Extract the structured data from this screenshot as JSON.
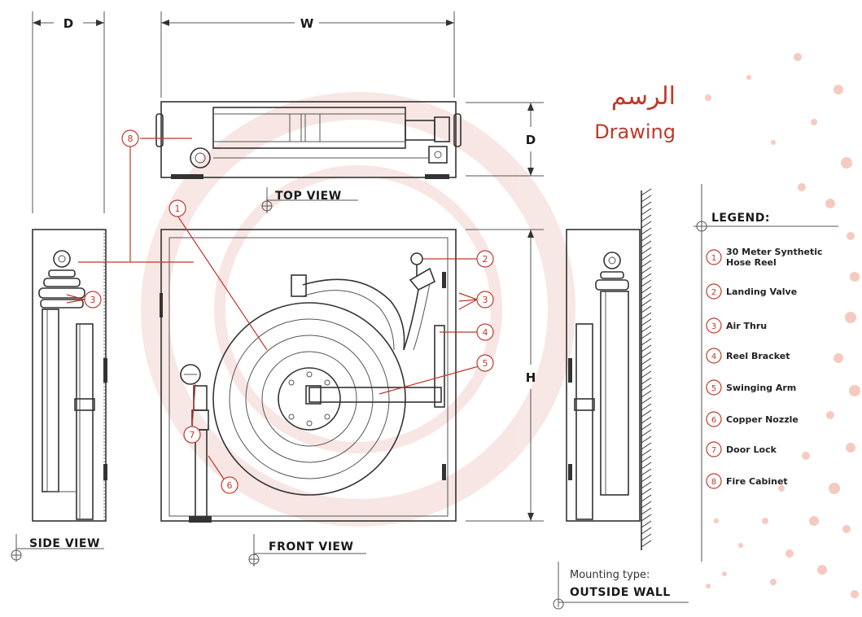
{
  "title_arabic": "الرسم",
  "title_english": "Drawing",
  "dimensions": {
    "depth_top": "D",
    "width": "W",
    "depth_right": "D",
    "height": "H"
  },
  "views": {
    "top": "TOP VIEW",
    "side": "SIDE VIEW",
    "front": "FRONT VIEW"
  },
  "legend": {
    "heading": "LEGEND:",
    "items": [
      {
        "num": "1",
        "line1": "30 Meter Synthetic",
        "line2": "Hose Reel"
      },
      {
        "num": "2",
        "line1": "Landing Valve",
        "line2": ""
      },
      {
        "num": "3",
        "line1": "Air Thru",
        "line2": ""
      },
      {
        "num": "4",
        "line1": "Reel Bracket",
        "line2": ""
      },
      {
        "num": "5",
        "line1": "Swinging Arm",
        "line2": ""
      },
      {
        "num": "6",
        "line1": "Copper Nozzle",
        "line2": ""
      },
      {
        "num": "7",
        "line1": "Door Lock",
        "line2": ""
      },
      {
        "num": "8",
        "line1": "Fire Cabinet",
        "line2": ""
      }
    ]
  },
  "callouts": [
    "8",
    "1",
    "2",
    "3",
    "3",
    "4",
    "5",
    "6",
    "7"
  ],
  "mounting": {
    "label": "Mounting type:",
    "value": "OUTSIDE WALL"
  },
  "colors": {
    "accent": "#c0392b",
    "line": "#333333",
    "dot": "#f0a090"
  }
}
